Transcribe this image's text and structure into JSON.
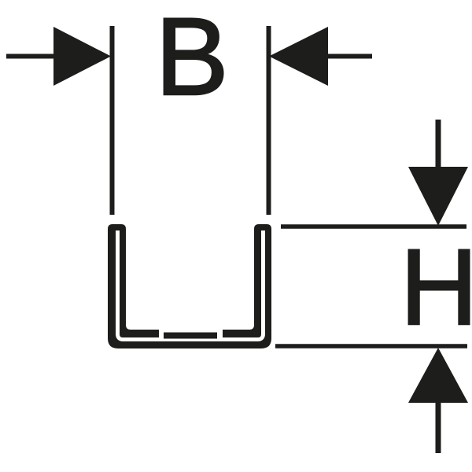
{
  "diagram": {
    "title": "U-profile cross-section dimension drawing",
    "labels": {
      "width": "B",
      "height": "H"
    },
    "icons": [
      "arrow-right-icon",
      "arrow-left-icon",
      "arrow-down-icon",
      "arrow-up-icon",
      "u-profile-outline"
    ],
    "colors": {
      "ink": "#1d1d1b",
      "background": "#ffffff"
    }
  }
}
